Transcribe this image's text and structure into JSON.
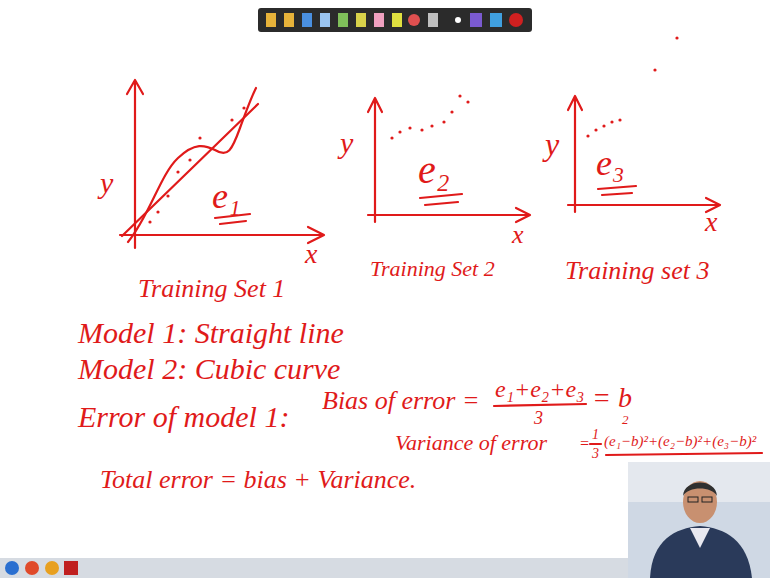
{
  "diagram": {
    "labels": [
      "y",
      "e₁",
      "x",
      "Training Set 1",
      "y",
      "e₂",
      "x",
      "Training Set 2",
      "y",
      "e₃",
      "x",
      "Training set 3",
      "Model 1: Straight line",
      "Model 2: Cubic curve",
      "Error of model 1:",
      "Bias of error =",
      "e₁+e₂+e₃",
      "3",
      "= b",
      "2",
      "Variance of error",
      "=",
      "1",
      "3",
      "(e₁−b)²+(e₂−b)²+(e₃−b)²",
      "Total error = bias + Variance."
    ]
  }
}
